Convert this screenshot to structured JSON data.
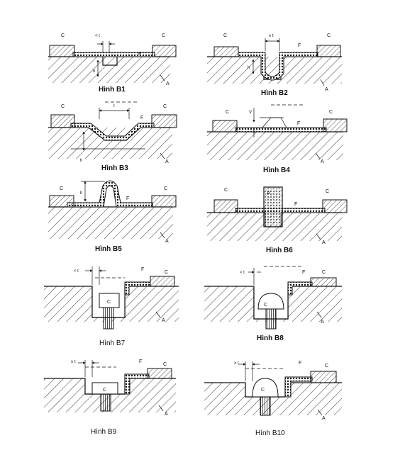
{
  "figures": [
    {
      "id": "b1",
      "caption": "Hình B1",
      "dim": "< t",
      "dim2": "h",
      "labels": {
        "c": "C",
        "f": "F",
        "a": "A"
      }
    },
    {
      "id": "b2",
      "caption": "Hình B2",
      "dim": "≥ t",
      "dim2": "h",
      "labels": {
        "c": "C",
        "f": "F",
        "a": "A"
      }
    },
    {
      "id": "b3",
      "caption": "Hình B3",
      "dim": "t",
      "dim2": "h",
      "labels": {
        "c": "C",
        "f": "F",
        "a": "A"
      }
    },
    {
      "id": "b4",
      "caption": "Hình B4",
      "dim": "V",
      "labels": {
        "c": "C",
        "f": "F",
        "a": "A"
      }
    },
    {
      "id": "b5",
      "caption": "Hình B5",
      "dim": "h",
      "labels": {
        "c": "C",
        "f": "F",
        "a": "A"
      }
    },
    {
      "id": "b6",
      "caption": "Hình B6",
      "labels": {
        "c": "C",
        "f": "F",
        "a": "A",
        "a2": "A"
      }
    },
    {
      "id": "b7",
      "caption": "Hình B7",
      "dim": "< t",
      "labels": {
        "c": "C",
        "f": "F",
        "a": "A",
        "bolt": "C"
      }
    },
    {
      "id": "b8",
      "caption": "Hình B8",
      "dim": "< t",
      "labels": {
        "c": "C",
        "f": "F",
        "a": "A",
        "bolt": "C"
      }
    },
    {
      "id": "b9",
      "caption": "Hình B9",
      "dim": "≥ t",
      "labels": {
        "c": "C",
        "f": "F",
        "a": "A",
        "bolt": "C"
      }
    },
    {
      "id": "b10",
      "caption": "Hình B10",
      "dim": "≥ t",
      "labels": {
        "c": "C",
        "f": "F",
        "a": "A",
        "bolt": "C"
      }
    }
  ]
}
